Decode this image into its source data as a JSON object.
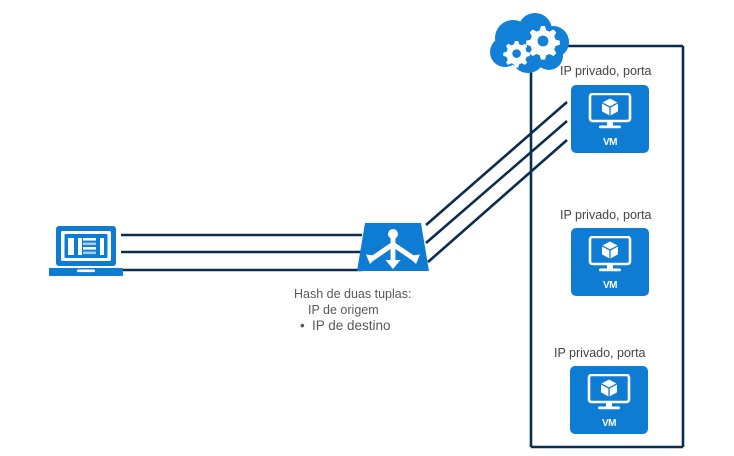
{
  "diagram": {
    "title": "Azure Load Balancer two-tuple hash distribution",
    "colors": {
      "line_navy": "#0B2E4F",
      "tile_blue": "#0F7CD4",
      "cloud_blue": "#1380D8",
      "laptop_blue": "#0F7CD4",
      "laptop_dark": "#0B5FA8",
      "text_gray": "#595959"
    },
    "client": {
      "icon": "laptop-icon",
      "label": ""
    },
    "load_balancer": {
      "icon": "load-balancer-icon",
      "label": ""
    },
    "cloud": {
      "icon": "cloud-gears-icon",
      "label": ""
    },
    "hash_note": {
      "heading": "Hash de duas tuplas:",
      "items": [
        "IP de origem",
        "IP de destino"
      ],
      "bullet_glyph": "•"
    },
    "backend_pool": {
      "boundary": "vnet-boundary",
      "vms": [
        {
          "label": "IP privado, porta",
          "caption": "VM",
          "icon": "vm-monitor-cube-icon"
        },
        {
          "label": "IP privado, porta",
          "caption": "VM",
          "icon": "vm-monitor-cube-icon"
        },
        {
          "label": "IP privado, porta",
          "caption": "VM",
          "icon": "vm-monitor-cube-icon"
        }
      ]
    },
    "connections": {
      "client_to_lb_count": 3,
      "lb_to_vm_count": 3
    }
  }
}
